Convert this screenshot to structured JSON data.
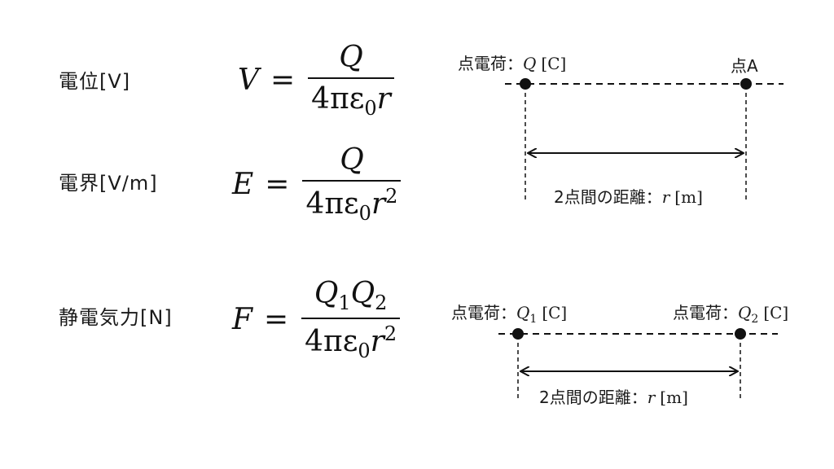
{
  "rows": {
    "potential": {
      "label": "電位[V]",
      "lhs": "V",
      "op": "=",
      "numerator": "Q",
      "denominator": {
        "coef": "4πε",
        "sub": "0",
        "var": "r",
        "sup": ""
      }
    },
    "field": {
      "label": "電界[V/m]",
      "lhs": "E",
      "op": "=",
      "numerator": "Q",
      "denominator": {
        "coef": "4πε",
        "sub": "0",
        "var": "r",
        "sup": "2"
      }
    },
    "force": {
      "label": "静電気力[N]",
      "lhs": "F",
      "op": "=",
      "numerator": {
        "q1": "Q",
        "q1_sub": "1",
        "q2": "Q",
        "q2_sub": "2"
      },
      "denominator": {
        "coef": "4πε",
        "sub": "0",
        "var": "r",
        "sup": "2"
      }
    }
  },
  "diagram_top": {
    "left_label": "点電荷：",
    "left_symbol": "Q",
    "left_unit": "[C]",
    "right_label": "点A",
    "distance_label": "2点間の距離：",
    "distance_symbol": "r",
    "distance_unit": "[m]"
  },
  "diagram_bottom": {
    "left_label": "点電荷：",
    "left_symbol": "Q",
    "left_sub": "1",
    "left_unit": "[C]",
    "right_label": "点電荷：",
    "right_symbol": "Q",
    "right_sub": "2",
    "right_unit": "[C]",
    "distance_label": "2点間の距離：",
    "distance_symbol": "r",
    "distance_unit": "[m]"
  }
}
